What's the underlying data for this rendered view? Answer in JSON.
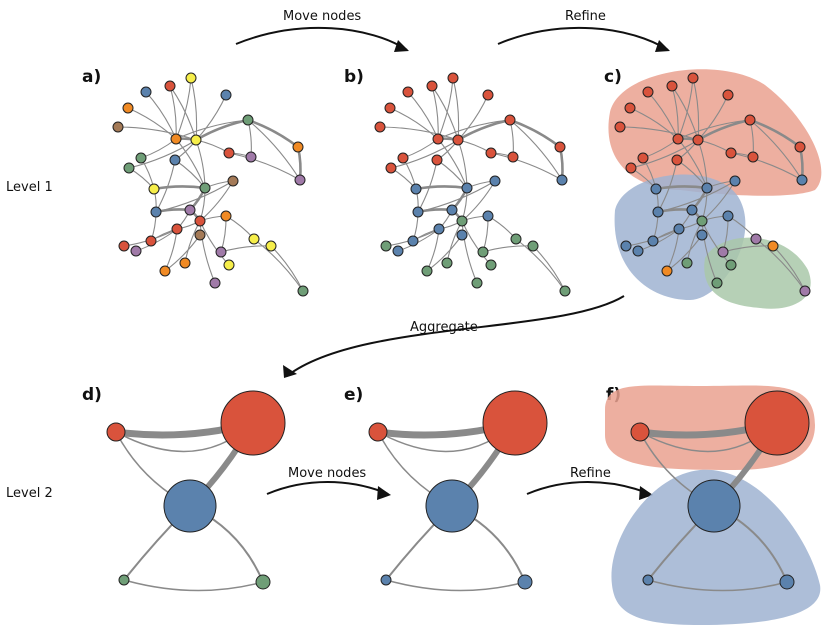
{
  "colors": {
    "red": "#d9533c",
    "blue": "#5b82ad",
    "green": "#6f9e77",
    "orange": "#f08a24",
    "yellow": "#f6ee4a",
    "brown": "#a47a57",
    "purple": "#a07aa8",
    "hull_red": "#eaa18f",
    "hull_blue": "#9fb3d1",
    "hull_green": "#a9c8a9",
    "edge": "#8a8a8a"
  },
  "levels": {
    "level1": "Level 1",
    "level2": "Level 2"
  },
  "panels": {
    "a": "a)",
    "b": "b)",
    "c": "c)",
    "d": "d)",
    "e": "e)",
    "f": "f)"
  },
  "steps": {
    "move_nodes_top": "Move nodes",
    "refine_top": "Refine",
    "aggregate": "Aggregate",
    "move_nodes_bottom": "Move nodes",
    "refine_bottom": "Refine"
  }
}
